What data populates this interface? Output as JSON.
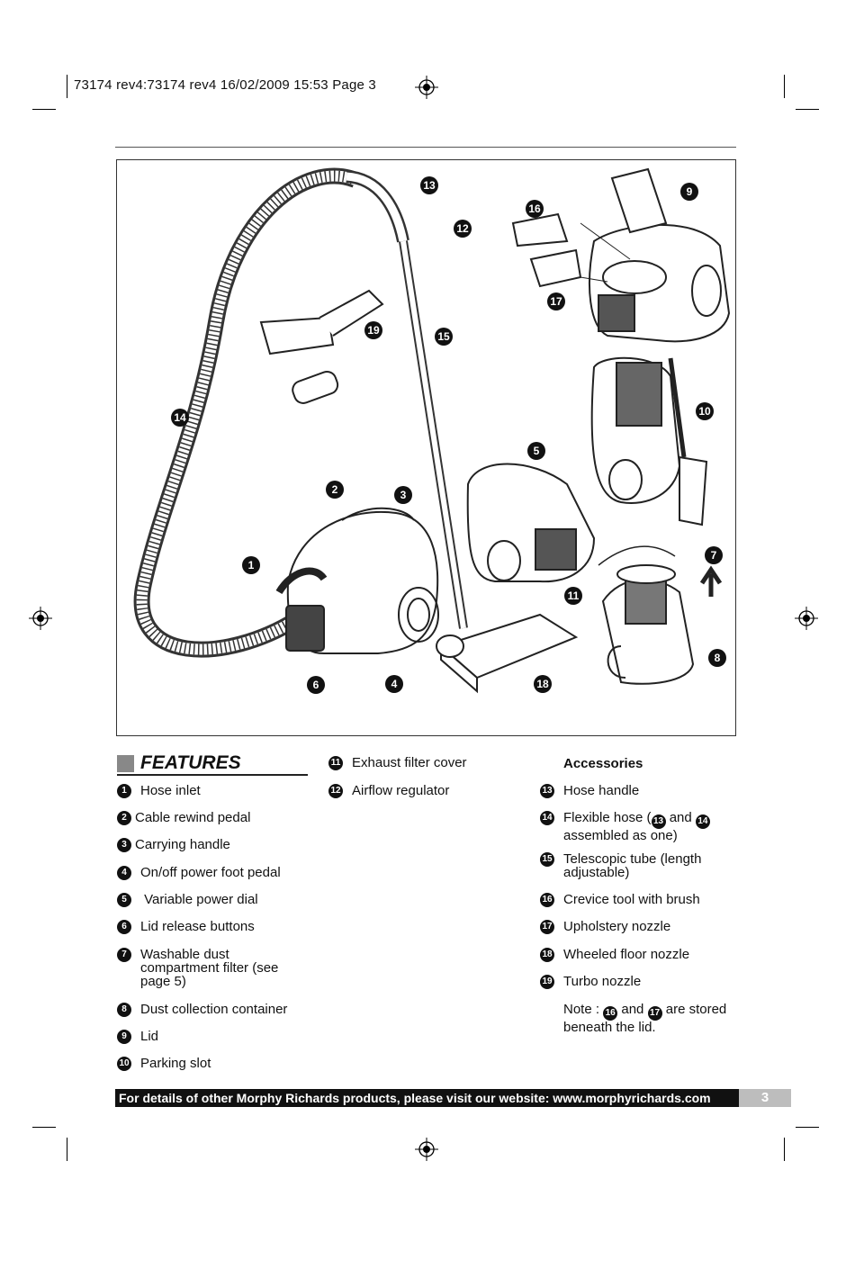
{
  "header": {
    "slug": "73174 rev4:73174 rev4  16/02/2009  15:53  Page 3"
  },
  "figure": {
    "callouts": [
      "1",
      "2",
      "3",
      "4",
      "5",
      "6",
      "7",
      "8",
      "9",
      "10",
      "11",
      "12",
      "13",
      "14",
      "15",
      "16",
      "17",
      "18",
      "19"
    ]
  },
  "features": {
    "title": "FEATURES",
    "col1": [
      {
        "n": "1",
        "text": "Hose inlet"
      },
      {
        "n": "2",
        "text": "Cable rewind pedal"
      },
      {
        "n": "3",
        "text": "Carrying handle"
      },
      {
        "n": "4",
        "text": "On/off power foot pedal"
      },
      {
        "n": "5",
        "text": " Variable power dial"
      },
      {
        "n": "6",
        "text": "Lid release buttons"
      },
      {
        "n": "7",
        "text": "Washable dust compartment filter (see page 5)"
      },
      {
        "n": "8",
        "text": "Dust collection container"
      },
      {
        "n": "9",
        "text": "Lid"
      },
      {
        "n": "10",
        "text": "Parking slot"
      }
    ],
    "col2": [
      {
        "n": "11",
        "text": "Exhaust filter cover"
      },
      {
        "n": "12",
        "text": "Airflow regulator"
      }
    ],
    "accessories_title": "Accessories",
    "col3": [
      {
        "n": "13",
        "text": "Hose handle"
      },
      {
        "n": "14",
        "text_a": "Flexible hose (",
        "ref1": "13",
        "text_b": " and ",
        "ref2": "14",
        "text_c": "assembled as one)"
      },
      {
        "n": "15",
        "text": "Telescopic tube (length adjustable)"
      },
      {
        "n": "16",
        "text": "Crevice tool with brush"
      },
      {
        "n": "17",
        "text": "Upholstery nozzle"
      },
      {
        "n": "18",
        "text": "Wheeled floor nozzle"
      },
      {
        "n": "19",
        "text": "Turbo nozzle"
      }
    ],
    "note": {
      "a": "Note : ",
      "ref1": "16",
      "b": " and ",
      "ref2": "17",
      "c": " are stored",
      "d": "beneath the lid."
    }
  },
  "footer": {
    "text": "For details of other Morphy Richards products, please visit our website: www.morphyrichards.com",
    "page": "3"
  }
}
